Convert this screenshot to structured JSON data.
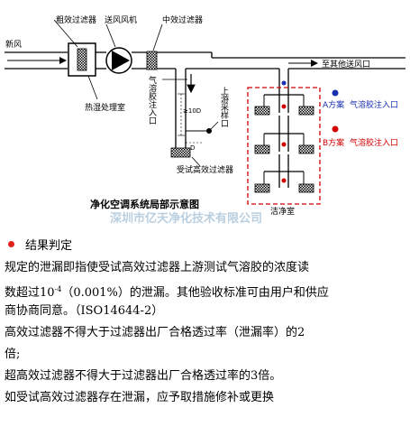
{
  "diagram": {
    "labels": {
      "fresh_air": "新风",
      "coarse_filter": "粗效过滤器",
      "supply_fan": "送风风机",
      "medium_filter": "中效过滤器",
      "heat_humid_room": "热湿处理室",
      "to_other_outlets": "至其他送风口",
      "aerosol_inlet": "气溶胶注入口",
      "dim_10d": "≥10D",
      "dim_d": "D",
      "upstream_sampling": "上游采样口",
      "tested_hepa": "受试高效过滤器",
      "plan_a": "A方案",
      "plan_a_text": "气溶胶注入口",
      "plan_b": "B方案",
      "plan_b_text": "气溶胶注入口",
      "clean_room": "洁净室"
    },
    "caption": "净化空调系统局部示意图",
    "watermark": "深圳市亿天净化技术有限公司",
    "colors": {
      "line": "#000000",
      "clean_room_border": "#d40000",
      "plan_a_marker": "#1a2fb0",
      "plan_b_marker": "#d40000"
    }
  },
  "content": {
    "heading": "结果判定",
    "line1": "规定的泄漏即指使受试高效过滤器上游测试气溶胶的浓度读",
    "line2_a": "数超过10",
    "line2_sup": "-4",
    "line2_b": "（0.001%）的泄漏。其他验收标准可由用户和供应",
    "line3": "商协商同意。（ISO14644-2）",
    "line4": "高效过滤器不得大于过滤器出厂合格透过率（泄漏率）的2",
    "line5": "倍;",
    "line6": "超高效过滤器不得大于过滤器出厂合格透过率的3倍。",
    "line7": "如受试高效过滤器存在泄漏，应予取措施修补或更换"
  }
}
